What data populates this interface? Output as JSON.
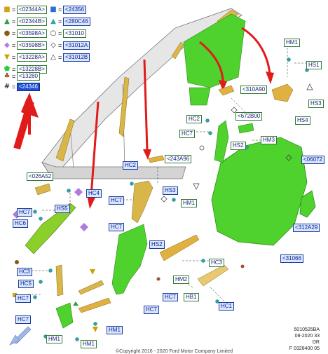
{
  "legend": [
    {
      "symbol": "■",
      "color": "#d4a017",
      "code": "<02344A>",
      "style": "g"
    },
    {
      "symbol": "▲",
      "color": "#2e9e3a",
      "code": "<02344B>",
      "style": "g"
    },
    {
      "symbol": "●",
      "color": "#8b5a14",
      "code": "<03598A>",
      "style": "g"
    },
    {
      "symbol": "◆",
      "color": "#b07ae0",
      "code": "<03598B>",
      "style": "g"
    },
    {
      "symbol": "▼",
      "color": "#c8a400",
      "code": "<13228A>",
      "style": "g"
    },
    {
      "symbol": "⬟",
      "color": "#2ecc40",
      "code": "<13228B>",
      "style": "g"
    },
    {
      "symbol": "♣",
      "color": "#a0522d",
      "code": "<13280",
      "style": "g"
    },
    {
      "symbol": "#",
      "color": "#000000",
      "code": "<24346",
      "style": "s"
    }
  ],
  "legend_right": [
    {
      "symbol": "■",
      "color": "#2a6ed6",
      "code": "<24356",
      "style": "b"
    },
    {
      "symbol": "▲",
      "color": "#2aa5a5",
      "code": "<280C46",
      "style": "b"
    },
    {
      "symbol": "○",
      "color": "#333333",
      "code": "<31010",
      "style": "g"
    },
    {
      "symbol": "◇",
      "color": "#333333",
      "code": "<31012A",
      "style": "b"
    },
    {
      "symbol": "△",
      "color": "#333333",
      "code": "<31012B",
      "style": "b"
    }
  ],
  "callouts": [
    {
      "text": "HM1",
      "style": "g",
      "name": "callout-hm1-top"
    },
    {
      "text": "HS1",
      "style": "g",
      "name": "callout-hs1"
    },
    {
      "text": "<310A90",
      "style": "g",
      "name": "callout-310a90"
    },
    {
      "text": "HS3",
      "style": "g",
      "name": "callout-hs3-right"
    },
    {
      "text": "<672B00",
      "style": "g",
      "name": "callout-672b00"
    },
    {
      "text": "HC2",
      "style": "g",
      "name": "callout-hc2-right"
    },
    {
      "text": "HS4",
      "style": "g",
      "name": "callout-hs4"
    },
    {
      "text": "HC7",
      "style": "g",
      "name": "callout-hc7-mid"
    },
    {
      "text": "HM3",
      "style": "g",
      "name": "callout-hm3"
    },
    {
      "text": "HS2",
      "style": "g",
      "name": "callout-hs2-right"
    },
    {
      "text": "<06072",
      "style": "b",
      "name": "callout-06072"
    },
    {
      "text": "HC2",
      "style": "b",
      "name": "callout-hc2-center"
    },
    {
      "text": "<243A96",
      "style": "g",
      "name": "callout-243a96"
    },
    {
      "text": "HS3",
      "style": "b",
      "name": "callout-hs3-center"
    },
    {
      "text": "<026A52",
      "style": "g",
      "name": "callout-026a52"
    },
    {
      "text": "HC4",
      "style": "b",
      "name": "callout-hc4"
    },
    {
      "text": "HC7",
      "style": "b",
      "name": "callout-hc7-center"
    },
    {
      "text": "HM1",
      "style": "g",
      "name": "callout-hm1-mid"
    },
    {
      "text": "HC7",
      "style": "b",
      "name": "callout-hc7-left1"
    },
    {
      "text": "HS5",
      "style": "b",
      "name": "callout-hs5"
    },
    {
      "text": "HC6",
      "style": "b",
      "name": "callout-hc6"
    },
    {
      "text": "<312A29",
      "style": "b",
      "name": "callout-312a29"
    },
    {
      "text": "HC7",
      "style": "b",
      "name": "callout-hc7-center2"
    },
    {
      "text": "HS2",
      "style": "b",
      "name": "callout-hs2-center"
    },
    {
      "text": "<31066",
      "style": "b",
      "name": "callout-31066"
    },
    {
      "text": "HC3",
      "style": "b",
      "name": "callout-hc3-left"
    },
    {
      "text": "HC3",
      "style": "g",
      "name": "callout-hc3-right"
    },
    {
      "text": "HC5",
      "style": "b",
      "name": "callout-hc5"
    },
    {
      "text": "HM2",
      "style": "g",
      "name": "callout-hm2"
    },
    {
      "text": "HC7",
      "style": "b",
      "name": "callout-hc7-left2"
    },
    {
      "text": "HC7",
      "style": "b",
      "name": "callout-hc7-bottom"
    },
    {
      "text": "HB1",
      "style": "g",
      "name": "callout-hb1"
    },
    {
      "text": "HC1",
      "style": "b",
      "name": "callout-hc1"
    },
    {
      "text": "HC7",
      "style": "b",
      "name": "callout-hc7-left3"
    },
    {
      "text": "HC7",
      "style": "b",
      "name": "callout-hc7-bottom2"
    },
    {
      "text": "HM1",
      "style": "g",
      "name": "callout-hm1-bottom"
    },
    {
      "text": "HM1",
      "style": "g",
      "name": "callout-hm1-left"
    },
    {
      "text": "HM1",
      "style": "b",
      "name": "callout-hm1-low"
    }
  ],
  "footer": {
    "line1": "5010525BA",
    "line2": "08-2020 33",
    "line3": "DR",
    "line4": "F 0328400 05"
  },
  "copyright": "©Copyright 2016 - 2020 Ford Motor Company Limited",
  "colors": {
    "trim_green": "#4fd12e",
    "trim_green_dark": "#2e8a14",
    "pillar_yellow": "#d9b64a",
    "arrow_red": "#e11a1a",
    "body_gray": "#cfcfcf"
  }
}
